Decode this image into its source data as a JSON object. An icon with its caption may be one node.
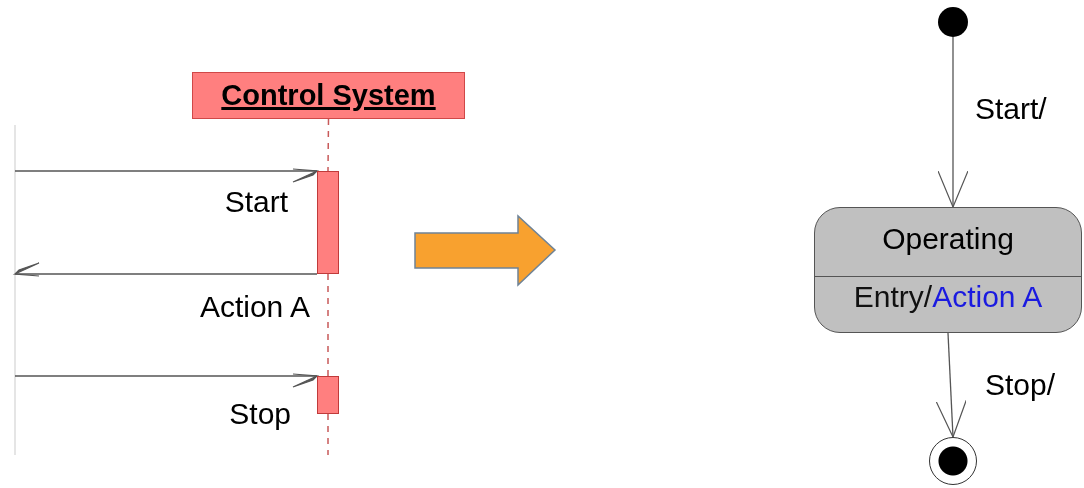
{
  "diagram": {
    "nodes": [
      {
        "text": [
          "Control System"
        ]
      },
      {
        "text": [],
        "shape": "bar"
      },
      {
        "text": [],
        "shape": "bar"
      },
      {
        "text": [],
        "shape": "circle"
      },
      {
        "text": [
          "Operating",
          "Entry/",
          "Action A"
        ]
      },
      {
        "text": [],
        "shape": "circle"
      }
    ],
    "edges": [
      {
        "from": 0,
        "to": 1,
        "arrow": "none",
        "style": "dashed",
        "color": "#c85a5a"
      },
      {
        "from": 1,
        "to": 2,
        "arrow": "none",
        "style": "dashed",
        "color": "#c85a5a"
      },
      {
        "from": null,
        "to": 1,
        "arrow": "to",
        "label": "Start"
      },
      {
        "from": 1,
        "to": null,
        "arrow": "to",
        "label": "Action A"
      },
      {
        "from": null,
        "to": 2,
        "arrow": "to",
        "label": "Stop"
      },
      {
        "from": 3,
        "to": 4,
        "arrow": "to",
        "label": "Start/"
      },
      {
        "from": 4,
        "to": 5,
        "arrow": "to",
        "label": "Stop/"
      }
    ]
  }
}
